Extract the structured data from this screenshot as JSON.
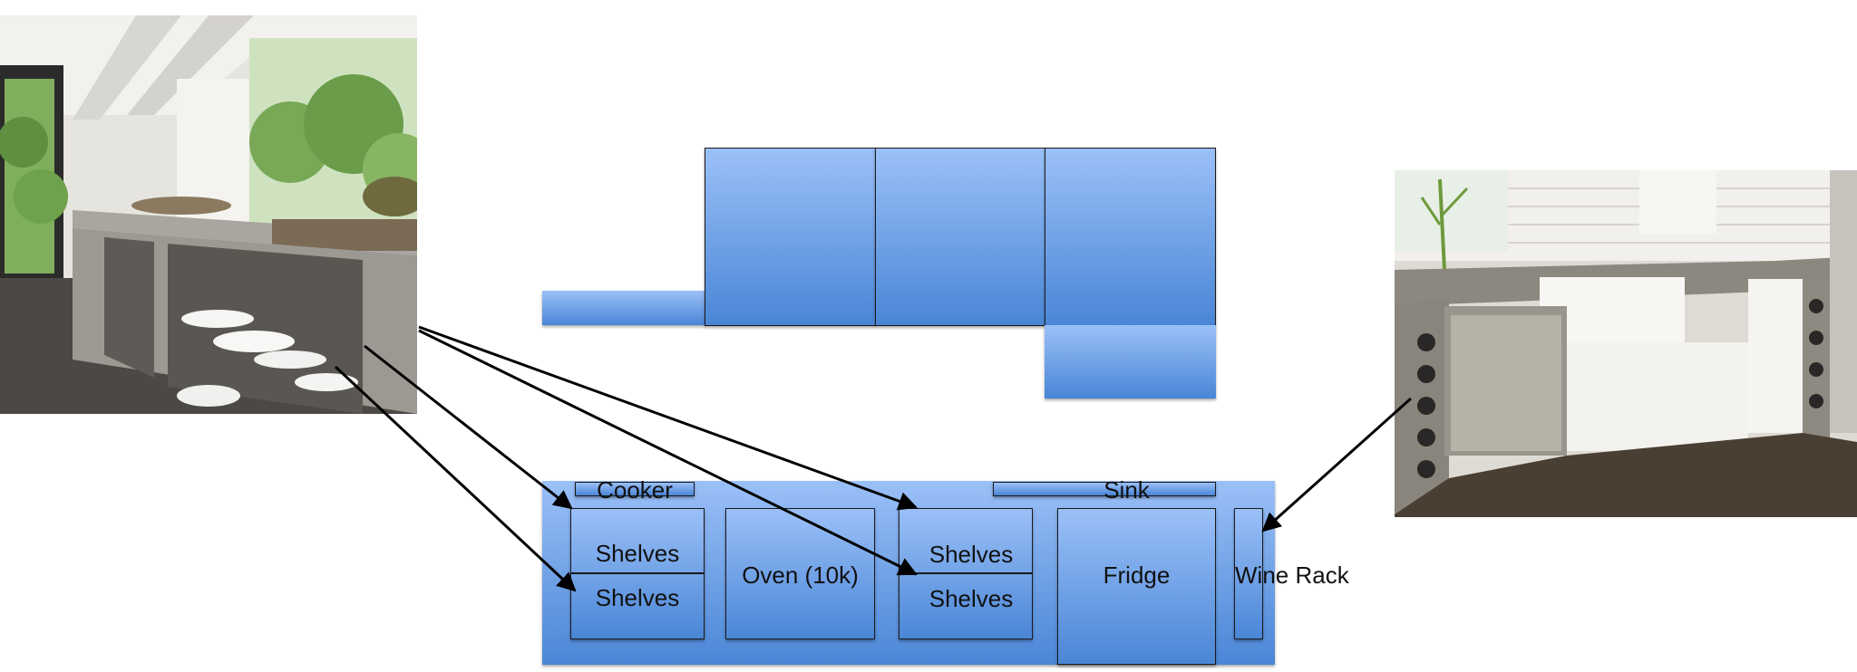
{
  "colors": {
    "box_top": "#9bc0f8",
    "box_bottom": "#4a86d6",
    "outline": "#1a1a1a",
    "arrow": "#000000"
  },
  "photos": {
    "left": {
      "icon": "kitchen-island-photo"
    },
    "right": {
      "icon": "kitchen-sink-photo"
    }
  },
  "plan": {
    "cooker": "Cooker",
    "sink": "Sink",
    "shelves_1": "Shelves",
    "shelves_2": "Shelves",
    "oven": "Oven (10k)",
    "shelves_3": "Shelves",
    "shelves_4": "Shelves",
    "fridge": "Fridge",
    "wine_rack": "Wine Rack"
  }
}
